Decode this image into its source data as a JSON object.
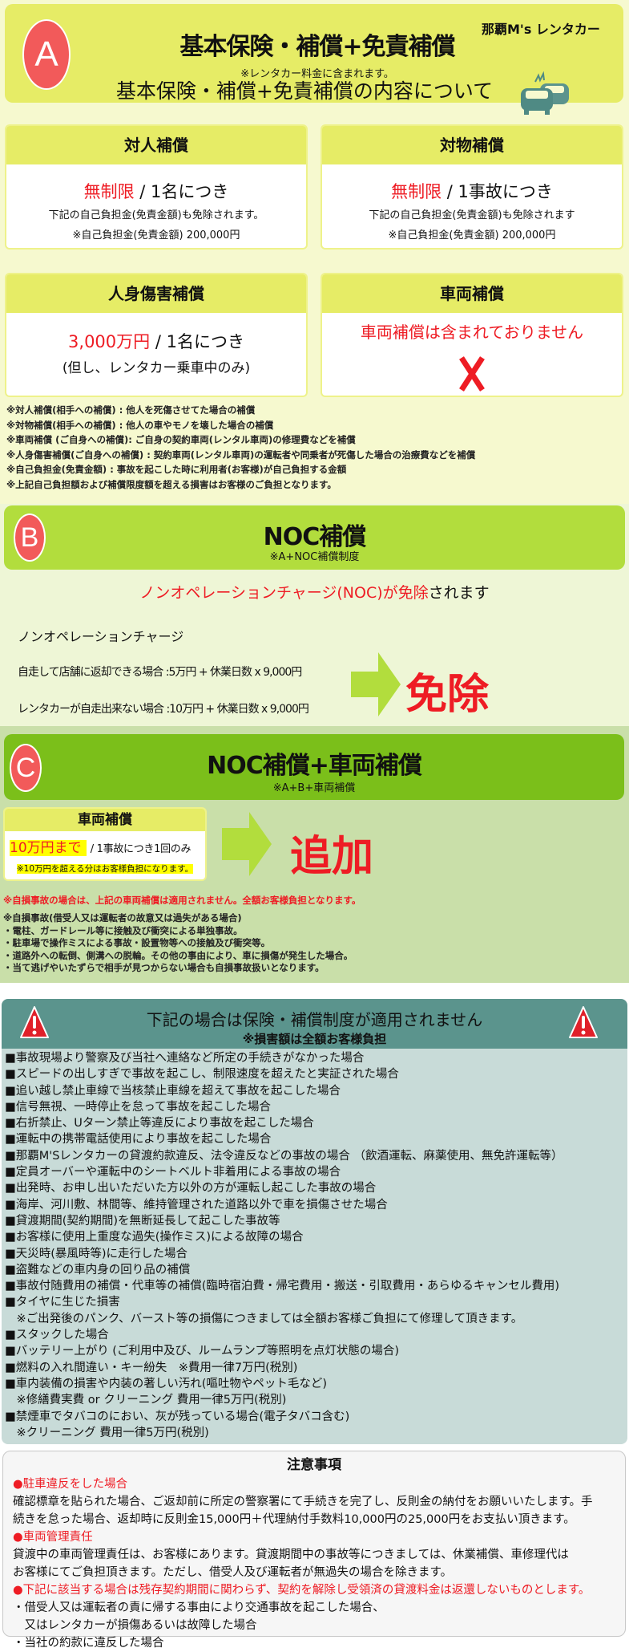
{
  "section_a": {
    "badge": "A",
    "title": "基本保険・補償+免責補償",
    "subtitle": "※レンタカー料金に含まれます。",
    "brand": "那覇M's レンタカー",
    "heading": "基本保険・補償+免責補償の内容について",
    "cards": [
      {
        "title": "対人補償",
        "amount": "無制限",
        "unit": " /  1名につき",
        "line1": "下記の自己負担金(免責金額)も免除されます。",
        "line2": "※自己負担金(免責金額) 200,000円"
      },
      {
        "title": "対物補償",
        "amount": "無制限",
        "unit": " /  1事故につき",
        "line1": "下記の自己負担金(免責金額)も免除されます",
        "line2": "※自己負担金(免責金額) 200,000円"
      },
      {
        "title": "人身傷害補償",
        "amount": "3,000万円",
        "unit": " / 1名につき",
        "line1": "(但し、レンタカー乗車中のみ)"
      },
      {
        "title": "車両補償",
        "amount": "車両補償は含まれておりません"
      }
    ],
    "notes": [
      "※対人補償(相手への補償) : 他人を死傷させてた場合の補償",
      "※対物補償(相手への補償) : 他人の車やモノを壊した場合の補償",
      "※車両補償 (ご自身への補償): ご自身の契約車両(レンタル車両)の修理費などを補償",
      "※人身傷害補償(ご自身への補償) : 契約車両(レンタル車両)の運転者や同乗者が死傷した場合の治療費などを補償",
      "※自己負担金(免責金額) : 事故を起こした時に利用者(お客様)が自己負担する金額",
      "※上記自己負担額および補償限度額を超える損害はお客様のご負担となります。"
    ]
  },
  "section_b": {
    "badge": "B",
    "title": "NOC補償",
    "subtitle": "※A+NOC補償制度",
    "headline_red": "ノンオペレーションチャージ(NOC)が免除",
    "headline_black": "されます",
    "label": "ノンオペレーションチャージ",
    "rows": [
      "自走して店舗に返却できる場合 :5万円 + 休業日数 x 9,000円",
      "レンタカーが自走出来ない場合 :10万円 + 休業日数 x 9,000円"
    ],
    "result": "免除"
  },
  "section_c": {
    "badge": "C",
    "title": "NOC補償+車両補償",
    "subtitle": "※A+B+車両補償",
    "card_title": "車両補償",
    "amount": "10万円まで",
    "unit": "/ 1事故につき1回のみ",
    "card_note": "※10万円を超える分はお客様負担になります。",
    "result": "追加",
    "warning": "※自損事故の場合は、上記の車両補償は適用されません。全額お客様負担となります。",
    "notes": [
      "※自損事故(借受人又は運転者の故意又は過失がある場合)",
      "・電柱、ガードレール等に接触及び衝突による単独事故。",
      "・駐車場で操作ミスによる事故・設置物等への接触及び衝突等。",
      "・道路外への転倒、側溝への脱輪。その他の事由により、車に損傷が発生した場合。",
      "・当て逃げやいたずらで相手が見つからない場合も自損事故扱いとなります。"
    ]
  },
  "exclusions": {
    "title": "下記の場合は保険・補償制度が適用されません",
    "subtitle": "※損害額は全額お客様負担",
    "items": [
      "■事故現場より警察及び当社へ連絡など所定の手続きがなかった場合",
      "■スピードの出しすぎで事故を起こし、制限速度を超えたと実証された場合",
      "■追い越し禁止車線で当核禁止車線を超えて事故を起こした場合",
      "■信号無視、一時停止を怠って事故を起こした場合",
      "■右折禁止、Uターン禁止等違反により事故を起こした場合",
      "■運転中の携帯電話使用により事故を起こした場合",
      "■那覇M'Sレンタカーの貸渡約款違反、法令違反などの事故の場合 （飲酒運転、麻薬使用、無免許運転等）",
      "■定員オーバーや運転中のシートベルト非着用による事故の場合",
      "■出発時、お申し出いただいた方以外の方が運転し起こした事故の場合",
      "■海岸、河川敷、林間等、維持管理された道路以外で車を損傷させた場合",
      "■貸渡期間(契約期間)を無断延長して起こした事故等",
      "■お客様に使用上重度な過失(操作ミス)による故障の場合",
      "■天災時(暴風時等)に走行した場合",
      "■盗難などの車内身の回り品の補償",
      "■事故付随費用の補償・代車等の補償(臨時宿泊費・帰宅費用・搬送・引取費用・あらゆるキャンセル費用)",
      "■タイヤに生じた損害",
      "　※ご出発後のパンク、バースト等の損傷につきましては全額お客様ご負担にて修理して頂きます。",
      "■スタックした場合",
      "■バッテリー上がり (ご利用中及び、ルームランプ等照明を点灯状態の場合)",
      "■燃料の入れ間違い・キー紛失　※費用一律7万円(税別)",
      "■車内装備の損害や内装の著しい汚れ(嘔吐物やペット毛など)",
      "　※修繕費実費 or クリーニング 費用一律5万円(税別)",
      "■禁煙車でタバコのにおい、灰が残っている場合(電子タバコ含む)",
      "　※クリーニング 費用一律5万円(税別)"
    ]
  },
  "cautions": {
    "title": "注意事項",
    "blocks": [
      {
        "heading": "●駐車違反をした場合",
        "lines": [
          "確認標章を貼られた場合、ご返却前に所定の警察署にて手続きを完了し、反則金の納付をお願いいたします。手",
          "続きを怠った場合、返却時に反則金15,000円＋代理納付手数料10,000円の25,000円をお支払い頂きます。"
        ]
      },
      {
        "heading": "●車両管理責任",
        "lines": [
          "貸渡中の車両管理責任は、お客様にあります。貸渡期間中の事故等につきましては、休業補償、車修理代は",
          "お客様にてご負担頂きます。ただし、借受人及び運転者が無過失の場合を除きます。"
        ]
      },
      {
        "heading": "●下記に該当する場合は残存契約期間に関わらず、契約を解除し受領済の貸渡料金は返還しないものとします。",
        "lines": [
          "・借受人又は運転者の責に帰する事由により交通事故を起こした場合、",
          "　又はレンタカーが損傷あるいは故障した場合",
          "・当社の約款に違反した場合"
        ]
      }
    ]
  },
  "colors": {
    "red": "#ee1c24",
    "header_a": "#e6ec66",
    "header_b": "#b2dd3d",
    "header_c": "#7bbf1a",
    "teal": "#5b948d"
  }
}
